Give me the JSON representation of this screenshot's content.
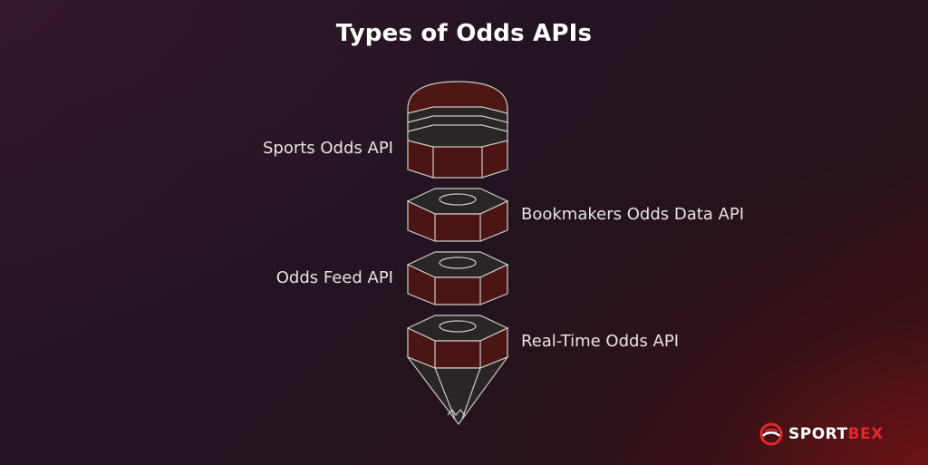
{
  "title": "Types of Odds APIs",
  "layers": [
    {
      "label": "Sports Odds API",
      "side": "left"
    },
    {
      "label": "Bookmakers Odds Data API",
      "side": "right"
    },
    {
      "label": "Odds Feed API",
      "side": "left"
    },
    {
      "label": "Real-Time Odds API",
      "side": "right"
    }
  ],
  "brand": {
    "name_part1": "SPORT",
    "name_part2": "BEX",
    "icon": "sportbex-logo-icon"
  },
  "colors": {
    "hex_side": "#4a1512",
    "hex_top": "#2b2626",
    "stroke": "#cfcaca",
    "cap_top": "#4e1714",
    "brand_red": "#e3272d"
  }
}
